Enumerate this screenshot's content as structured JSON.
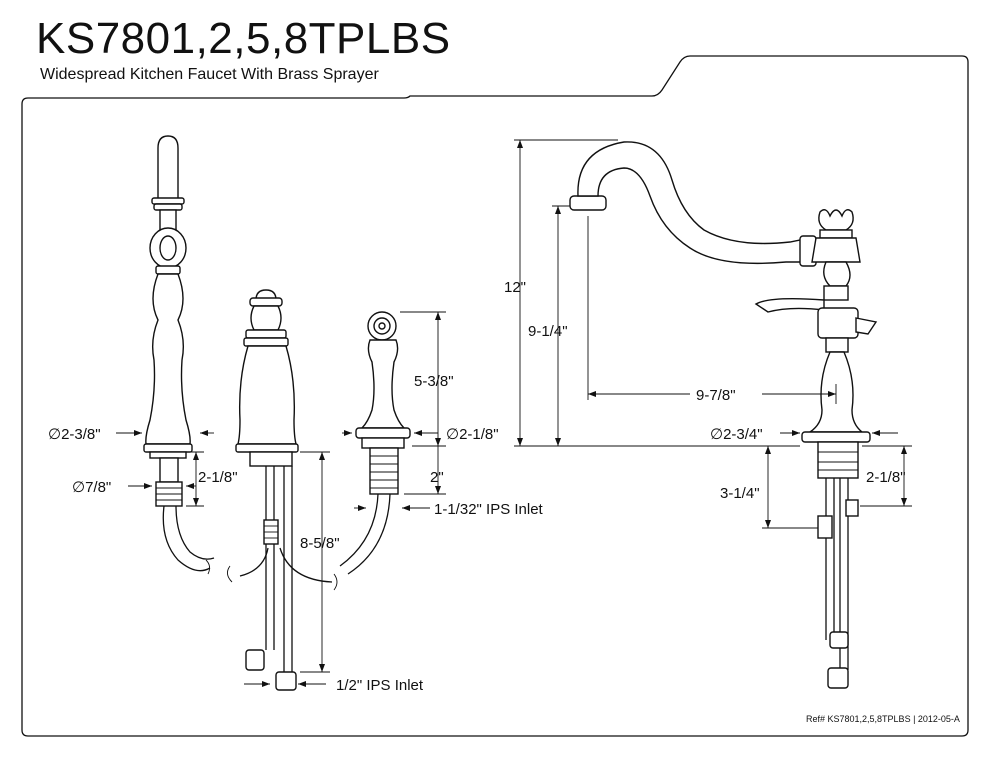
{
  "header": {
    "title": "KS7801,2,5,8TPLBS",
    "subtitle": "Widespread Kitchen Faucet With Brass Sprayer"
  },
  "dimensions": {
    "handle_diameter": "∅2-3/8\"",
    "nut_diameter": "∅7/8\"",
    "shank_left": "2-1/8\"",
    "hose_length": "8-5/8\"",
    "sprayer_height": "5-3/8\"",
    "sprayer_diameter": "∅2-1/8\"",
    "sprayer_shank": "2\"",
    "sprayer_inlet": "1-1/32\" IPS Inlet",
    "inlet": "1/2\" IPS Inlet",
    "total_height": "12\"",
    "spout_height": "9-1/4\"",
    "spout_reach": "9-7/8\"",
    "spout_base_diameter": "∅2-3/4\"",
    "spout_shank": "3-1/4\"",
    "spout_shank_right": "2-1/8\""
  },
  "footer": {
    "ref": "Ref# KS7801,2,5,8TPLBS | 2012-05-A"
  }
}
